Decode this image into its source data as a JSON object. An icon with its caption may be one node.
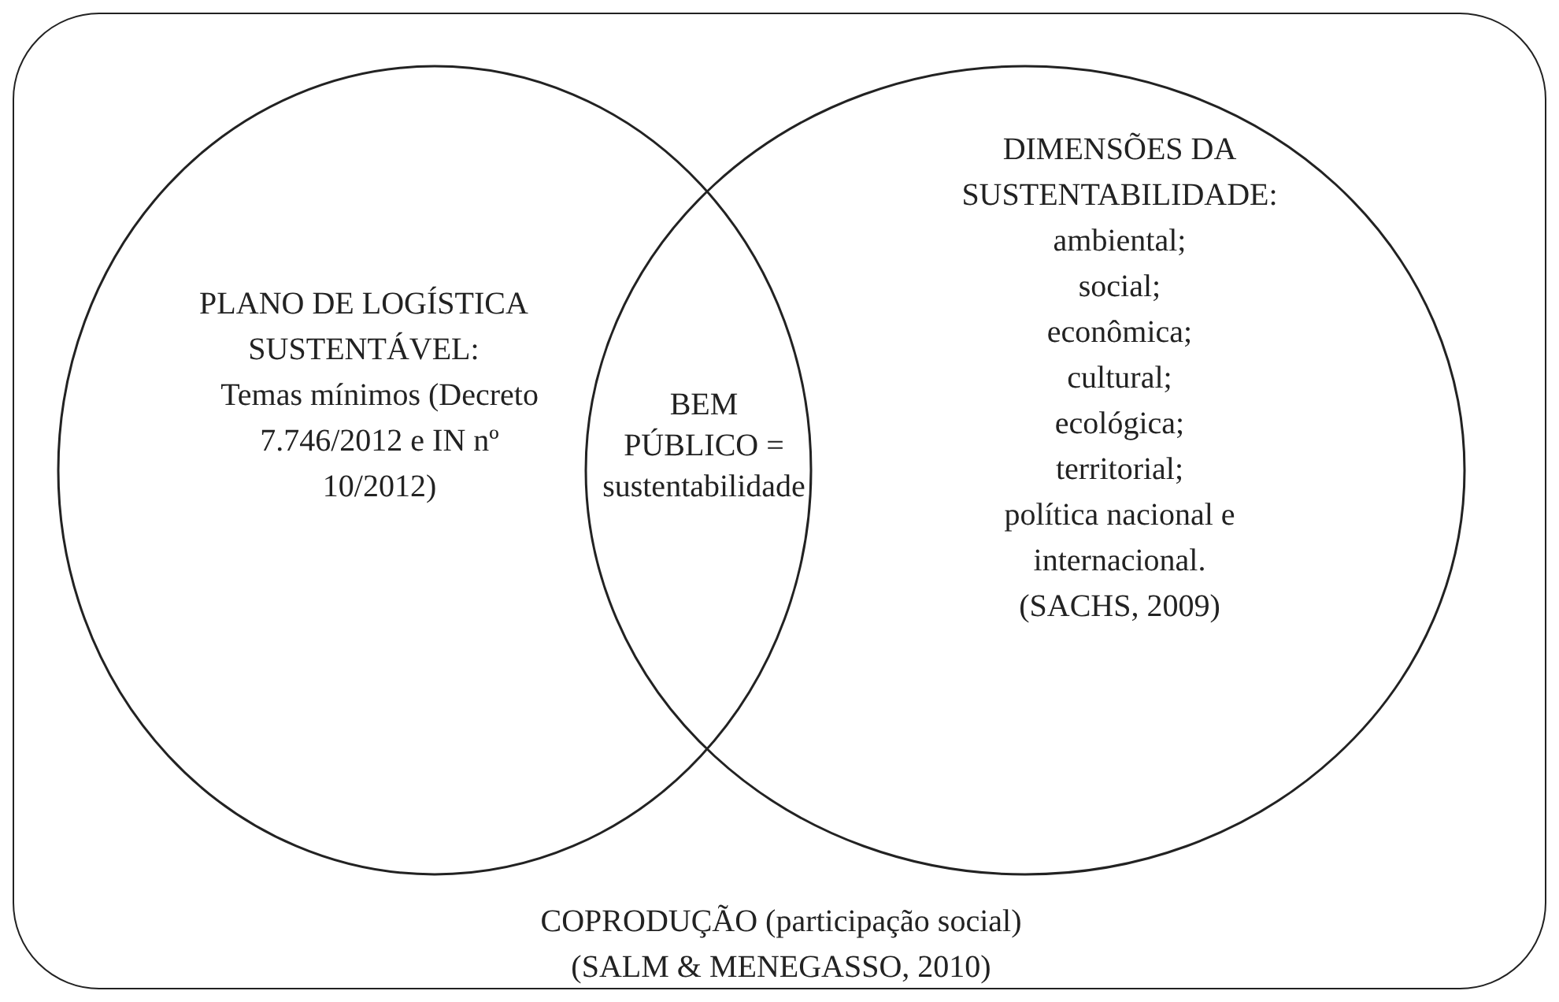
{
  "diagram": {
    "nodes": [
      {
        "text": [
          "COPRODUÇÃO (participação social)",
          "(SALM & MENEGASSO, 2010)"
        ]
      },
      {
        "text": [
          "PLANO DE LOGÍSTICA SUSTENTÁVEL:",
          "Temas mínimos (Decreto 7.746/2012 e IN nº 10/2012)"
        ],
        "in": 0
      },
      {
        "text": [
          "DIMENSÕES DA SUSTENTABILIDADE:",
          "ambiental;",
          "social;",
          "econômica;",
          "cultural;",
          "ecológica;",
          "territorial;",
          "política nacional e internacional.",
          "(SACHS, 2009)"
        ],
        "in": 0
      }
    ],
    "edges": [],
    "labels": [
      "BEM PÚBLICO = sustentabilidade"
    ]
  }
}
